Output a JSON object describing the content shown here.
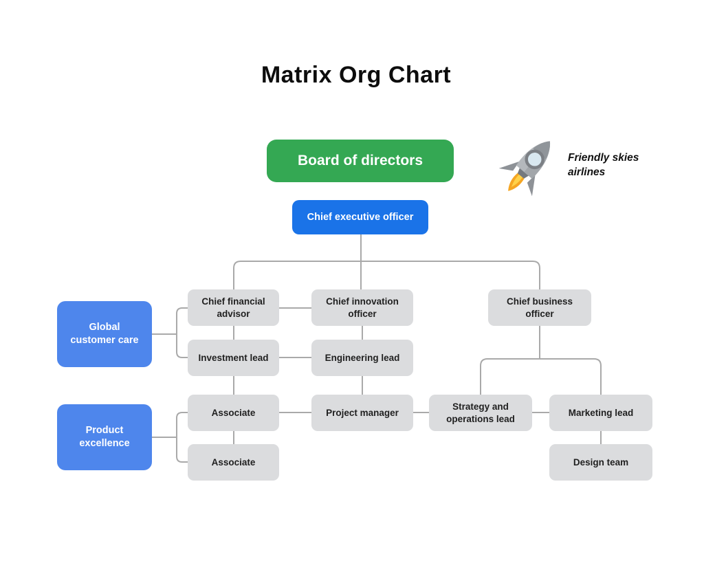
{
  "title": "Matrix Org Chart",
  "logo": {
    "icon": "rocket-icon",
    "line1": "Friendly skies",
    "line2": "airlines"
  },
  "colors": {
    "board_green": "#34A853",
    "ceo_blue": "#1A73E8",
    "matrix_blue": "#4E86EC",
    "role_gray": "#DBDCDE",
    "connector_gray": "#A9A9A9",
    "text_dark": "#1f1f1f"
  },
  "nodes": {
    "board": {
      "label": "Board of directors"
    },
    "ceo": {
      "label": "Chief executive officer"
    },
    "global_customer_care": {
      "label": "Global customer care"
    },
    "product_excellence": {
      "label": "Product excellence"
    },
    "chief_financial_advisor": {
      "label": "Chief financial advisor"
    },
    "chief_innovation_officer": {
      "label": "Chief innovation officer"
    },
    "chief_business_officer": {
      "label": "Chief business officer"
    },
    "investment_lead": {
      "label": "Investment lead"
    },
    "engineering_lead": {
      "label": "Engineering lead"
    },
    "associate_1": {
      "label": "Associate"
    },
    "project_manager": {
      "label": "Project manager"
    },
    "strategy_operations_lead": {
      "label": "Strategy and operations lead"
    },
    "marketing_lead": {
      "label": "Marketing lead"
    },
    "associate_2": {
      "label": "Associate"
    },
    "design_team": {
      "label": "Design team"
    }
  }
}
